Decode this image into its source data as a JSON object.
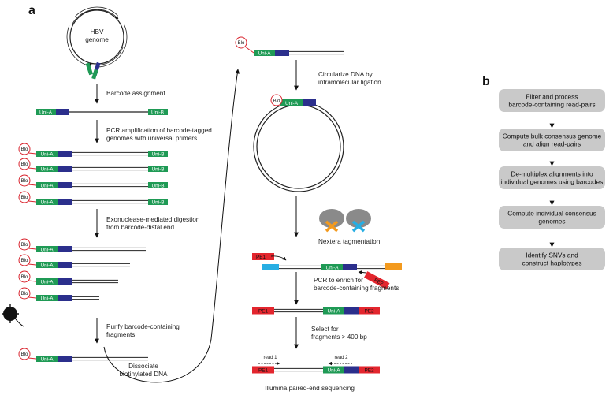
{
  "panel_labels": {
    "a": "a",
    "b": "b"
  },
  "genome": {
    "line1": "HBV",
    "line2": "genome"
  },
  "segment_labels": {
    "uni_a": "Uni-A",
    "uni_b": "Uni-B",
    "blo": "Blo",
    "pe1": "PE1",
    "pe2": "PE2",
    "read1": "read 1",
    "read2": "read 2"
  },
  "steps_left": [
    {
      "lines": [
        "Barcode assignment"
      ]
    },
    {
      "lines": [
        "PCR amplification of barcode-tagged",
        "genomes with universal primers"
      ]
    },
    {
      "lines": [
        "Exonuclease-mediated digestion",
        "from barcode-distal end"
      ]
    },
    {
      "lines": [
        "Purify barcode-containing",
        "fragments"
      ]
    }
  ],
  "dissociate": {
    "lines": [
      "Dissociate",
      "biotinylated DNA"
    ]
  },
  "steps_right": [
    {
      "lines": [
        "Circularize DNA by",
        "intramolecular ligation"
      ]
    },
    {
      "lines": [
        "Nextera tagmentation"
      ]
    },
    {
      "lines": [
        "PCR to enrich for",
        "barcode-containing fragments"
      ]
    },
    {
      "lines": [
        "Select for",
        "fragments > 400 bp"
      ]
    }
  ],
  "final_label": "Illumina paired-end sequencing",
  "flowchart": [
    {
      "lines": [
        "Filter and process",
        "barcode-containing read-pairs"
      ]
    },
    {
      "lines": [
        "Compute bulk consensus genome",
        "and align read-pairs"
      ]
    },
    {
      "lines": [
        "De-multiplex alignments into",
        "individual genomes using barcodes"
      ]
    },
    {
      "lines": [
        "Compute individual consensus",
        "genomes"
      ]
    },
    {
      "lines": [
        "Identify SNVs and",
        "construct haplotypes"
      ]
    }
  ],
  "colors": {
    "uni_green": "#1f9a55",
    "barcode_blue": "#2b2f8c",
    "pe_red": "#e3262e",
    "orange": "#f39a1e",
    "cyan": "#27aee3",
    "blo_ring": "#d9232d",
    "box_gray": "#c9c9c9",
    "enzyme_gray": "#8a8a8a"
  }
}
